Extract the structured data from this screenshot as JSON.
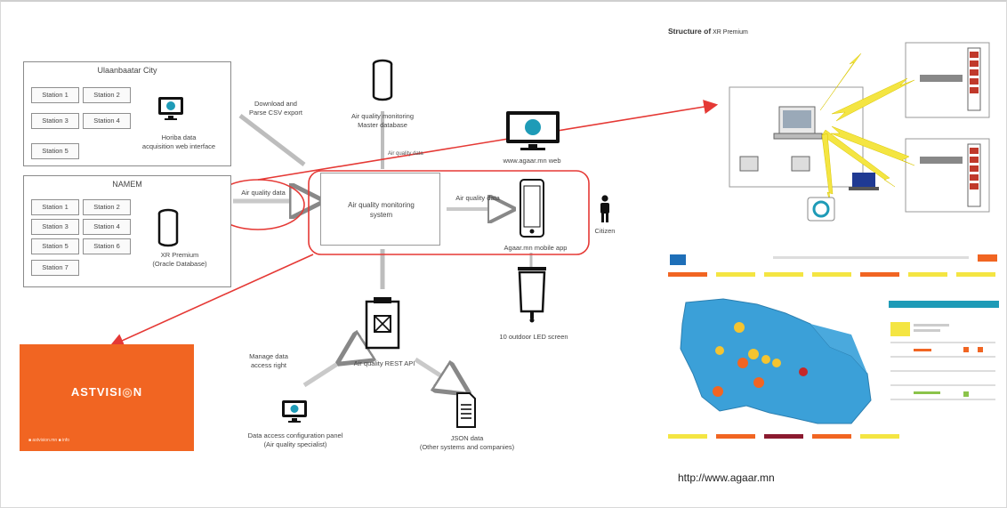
{
  "ulaanbaatar": {
    "title": "Ulaanbaatar City",
    "stations": [
      "Station 1",
      "Station 2",
      "Station 3",
      "Station 4",
      "Station 5"
    ],
    "horiba_label": "Horiba data\nacquisition web interface"
  },
  "namem": {
    "title": "NAMEM",
    "stations": [
      "Station 1",
      "Station 2",
      "Station 3",
      "Station 4",
      "Station 5",
      "Station 6",
      "Station 7"
    ],
    "xr_label": "XR Premium\n(Oracle Database)"
  },
  "labels": {
    "download_parse": "Download and\nParse CSV export",
    "master_db": "Air quality monitoring\nMaster database",
    "air_quality_data_vertical": "Air quality data",
    "air_quality_data_left": "Air quality data",
    "air_quality_data_right": "Air quality data",
    "core_system": "Air quality monitoring\nsystem",
    "web": "www.agaar.mn  web",
    "mobile": "Agaar.mn  mobile app",
    "citizen": "Citizen",
    "led_screen": "10 outdoor  LED screen",
    "manage_access": "Manage data\naccess right",
    "rest_api": "Air quality REST API",
    "config_panel": "Data access configuration  panel\n(Air quality specialist)",
    "json_data": "JSON data\n(Other systems and companies)"
  },
  "astvision": {
    "logo_text_a": "ASTVISI",
    "logo_text_b": "N",
    "footer": "■ astvision.mn    ■ info"
  },
  "xr_structure": {
    "title_bold": "Structure of",
    "title_rest": " XR Premium"
  },
  "url": "http://www.agaar.mn",
  "colors": {
    "red": "#e53935",
    "orange": "#f16522",
    "teal": "#1e9bb7",
    "map_blue": "#3ba0d8"
  },
  "icons": [
    "database-icon",
    "monitor-icon",
    "mobile-phone-icon",
    "person-icon",
    "led-screen-icon",
    "api-icon",
    "document-icon"
  ]
}
